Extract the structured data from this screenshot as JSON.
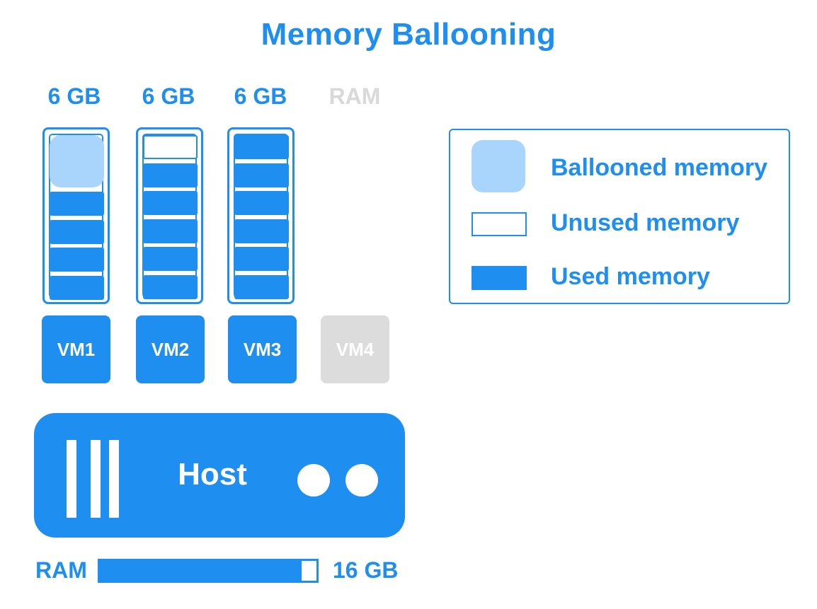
{
  "title": "Memory Ballooning",
  "colors": {
    "accent": "#1e8ff0",
    "ballooned": "#a9d4fb",
    "disabled": "#dcdcdc"
  },
  "vms": [
    {
      "capacity": "6 GB",
      "label": "VM1",
      "blocks": [
        "ballooned",
        "used",
        "used",
        "used",
        "used"
      ]
    },
    {
      "capacity": "6 GB",
      "label": "VM2",
      "blocks": [
        "unused",
        "used",
        "used",
        "used",
        "used",
        "used"
      ]
    },
    {
      "capacity": "6 GB",
      "label": "VM3",
      "blocks": [
        "used",
        "used",
        "used",
        "used",
        "used",
        "used"
      ]
    },
    {
      "capacity": "RAM",
      "label": "VM4",
      "disabled": true
    }
  ],
  "host": {
    "label": "Host"
  },
  "ram": {
    "label": "RAM",
    "total": "16 GB",
    "used_fraction": 0.93
  },
  "legend": {
    "ballooned": "Ballooned memory",
    "unused": "Unused memory",
    "used": "Used memory"
  }
}
